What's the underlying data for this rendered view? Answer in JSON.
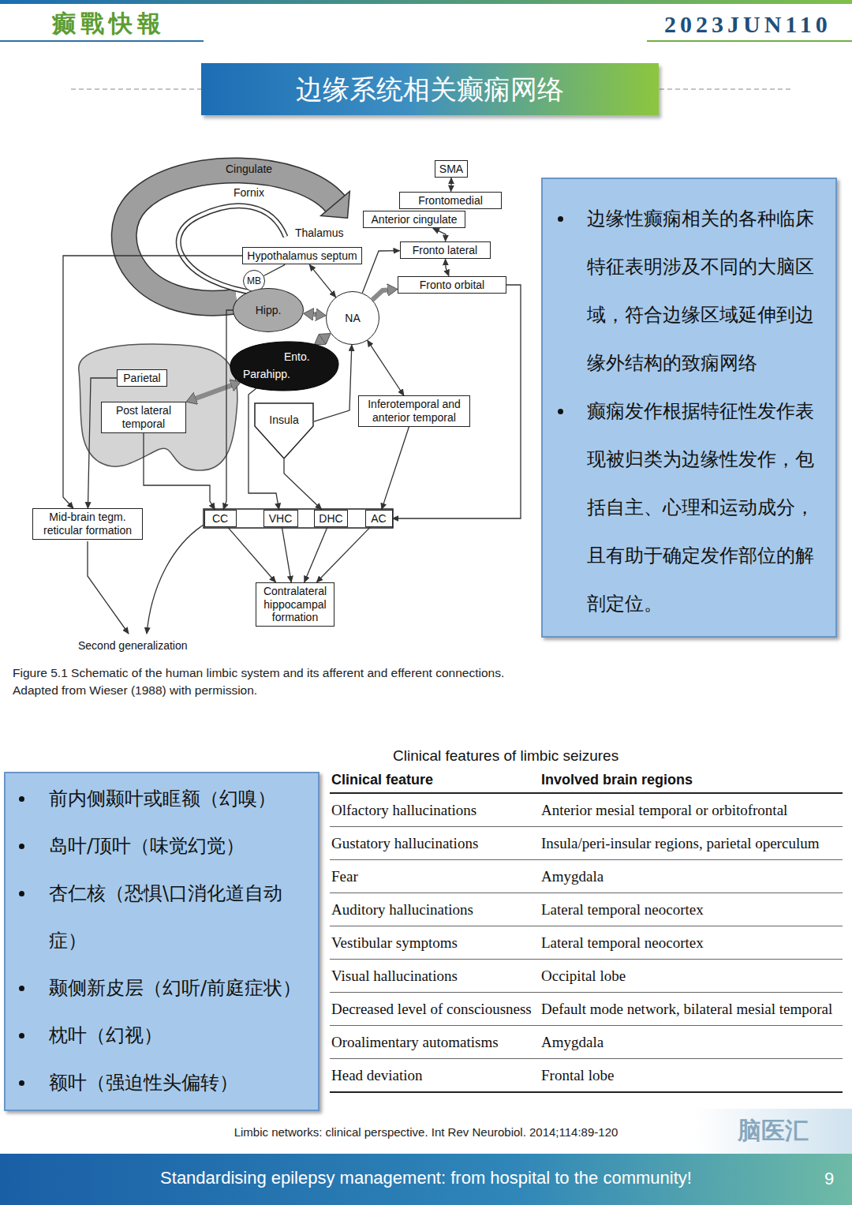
{
  "diagram": {
    "title": "边缘系统相关癫痫网络",
    "caption": "Figure 5.1 Schematic of the human limbic system and its afferent and efferent connections. Adapted from Wieser (1988) with permission.",
    "nodes": [
      {
        "text": [
          "SMA"
        ]
      },
      {
        "text": [
          "Frontomedial"
        ]
      },
      {
        "text": [
          "Anterior cingulate"
        ]
      },
      {
        "text": [
          "Fronto lateral"
        ]
      },
      {
        "text": [
          "Fronto orbital"
        ]
      },
      {
        "text": [
          "Hypothalamus septum"
        ]
      },
      {
        "text": [
          "MB"
        ]
      },
      {
        "text": [
          "Hipp."
        ]
      },
      {
        "text": [
          "NA"
        ]
      },
      {
        "text": [
          "Ento.",
          "Parahipp."
        ]
      },
      {
        "text": [
          "Parietal"
        ]
      },
      {
        "text": [
          "Post lateral temporal"
        ]
      },
      {
        "text": [
          "Insula"
        ]
      },
      {
        "text": [
          "Inferotemporal and anterior temporal"
        ]
      },
      {
        "text": [
          "Mid-brain tegm. reticular formation"
        ]
      },
      {
        "text": [
          "CC"
        ]
      },
      {
        "text": [
          "VHC"
        ]
      },
      {
        "text": [
          "DHC"
        ]
      },
      {
        "text": [
          "AC"
        ]
      },
      {
        "text": [
          "Contralateral hippocampal formation"
        ]
      },
      {
        "text": [
          "边缘性癫痫相关的各种临床特征表明涉及不同的大脑区域，符合边缘区域延伸到边缘外结构的致痫网络",
          "癫痫发作根据特征性发作表现被归类为边缘性发作，包括自主、心理和运动成分，且有助于确定发作部位的解剖定位。"
        ]
      },
      {
        "text": [
          "前内侧颞叶或眶额（幻嗅）",
          "岛叶/顶叶（味觉幻觉）",
          "杏仁核（恐惧\\口消化道自动症）",
          "颞侧新皮层（幻听/前庭症状）",
          "枕叶（幻视）",
          "额叶（强迫性头偏转）"
        ]
      }
    ],
    "edges": [
      {
        "from": 0,
        "to": 1,
        "arrow": "both"
      },
      {
        "from": 2,
        "to": 3,
        "arrow": "both"
      },
      {
        "from": 3,
        "to": 4,
        "arrow": "both"
      },
      {
        "from": 8,
        "to": 4,
        "arrow": "to"
      },
      {
        "from": 8,
        "to": 3,
        "arrow": "to"
      },
      {
        "from": 8,
        "to": 5,
        "arrow": "both"
      },
      {
        "from": 7,
        "to": 8,
        "arrow": "both"
      },
      {
        "from": 9,
        "to": 8,
        "arrow": "both"
      },
      {
        "from": 11,
        "to": 9,
        "arrow": "both"
      },
      {
        "from": 12,
        "to": 8,
        "arrow": "to"
      },
      {
        "from": 13,
        "to": 8,
        "arrow": "both"
      },
      {
        "from": 5,
        "to": 6,
        "arrow": "none"
      },
      {
        "from": 11,
        "to": 15,
        "arrow": "to"
      },
      {
        "from": 7,
        "to": 15,
        "arrow": "to"
      },
      {
        "from": 9,
        "to": 16,
        "arrow": "to"
      },
      {
        "from": 12,
        "to": 17,
        "arrow": "to"
      },
      {
        "from": 13,
        "to": 18,
        "arrow": "to"
      },
      {
        "from": 4,
        "to": 18,
        "arrow": "to"
      },
      {
        "from": 5,
        "to": 14,
        "arrow": "to"
      },
      {
        "from": 10,
        "to": 14,
        "arrow": "to"
      },
      {
        "from": 15,
        "to": 19,
        "arrow": "to"
      },
      {
        "from": 16,
        "to": 19,
        "arrow": "to"
      },
      {
        "from": 17,
        "to": 19,
        "arrow": "to"
      },
      {
        "from": 18,
        "to": 19,
        "arrow": "to"
      }
    ],
    "labels": [
      "癫戰快報",
      "2023JUN110",
      "Cingulate",
      "Fornix",
      "Thalamus",
      "Second generalization",
      "Clinical features of limbic seizures",
      "Clinical feature",
      "Involved brain regions",
      "Olfactory hallucinations",
      "Anterior mesial temporal or orbitofrontal",
      "Gustatory hallucinations",
      "Insula/peri-insular regions, parietal operculum",
      "Fear",
      "Amygdala",
      "Auditory hallucinations",
      "Lateral temporal neocortex",
      "Vestibular symptoms",
      "Lateral temporal neocortex",
      "Visual hallucinations",
      "Occipital lobe",
      "Decreased level of consciousness",
      "Default mode network, bilateral mesial temporal",
      "Oroalimentary automatisms",
      "Amygdala",
      "Head deviation",
      "Frontal lobe",
      "Limbic networks: clinical perspective. Int Rev Neurobiol. 2014;114:89-120",
      "脑医汇",
      "Standardising epilepsy management: from hospital to the community!",
      "9"
    ]
  }
}
